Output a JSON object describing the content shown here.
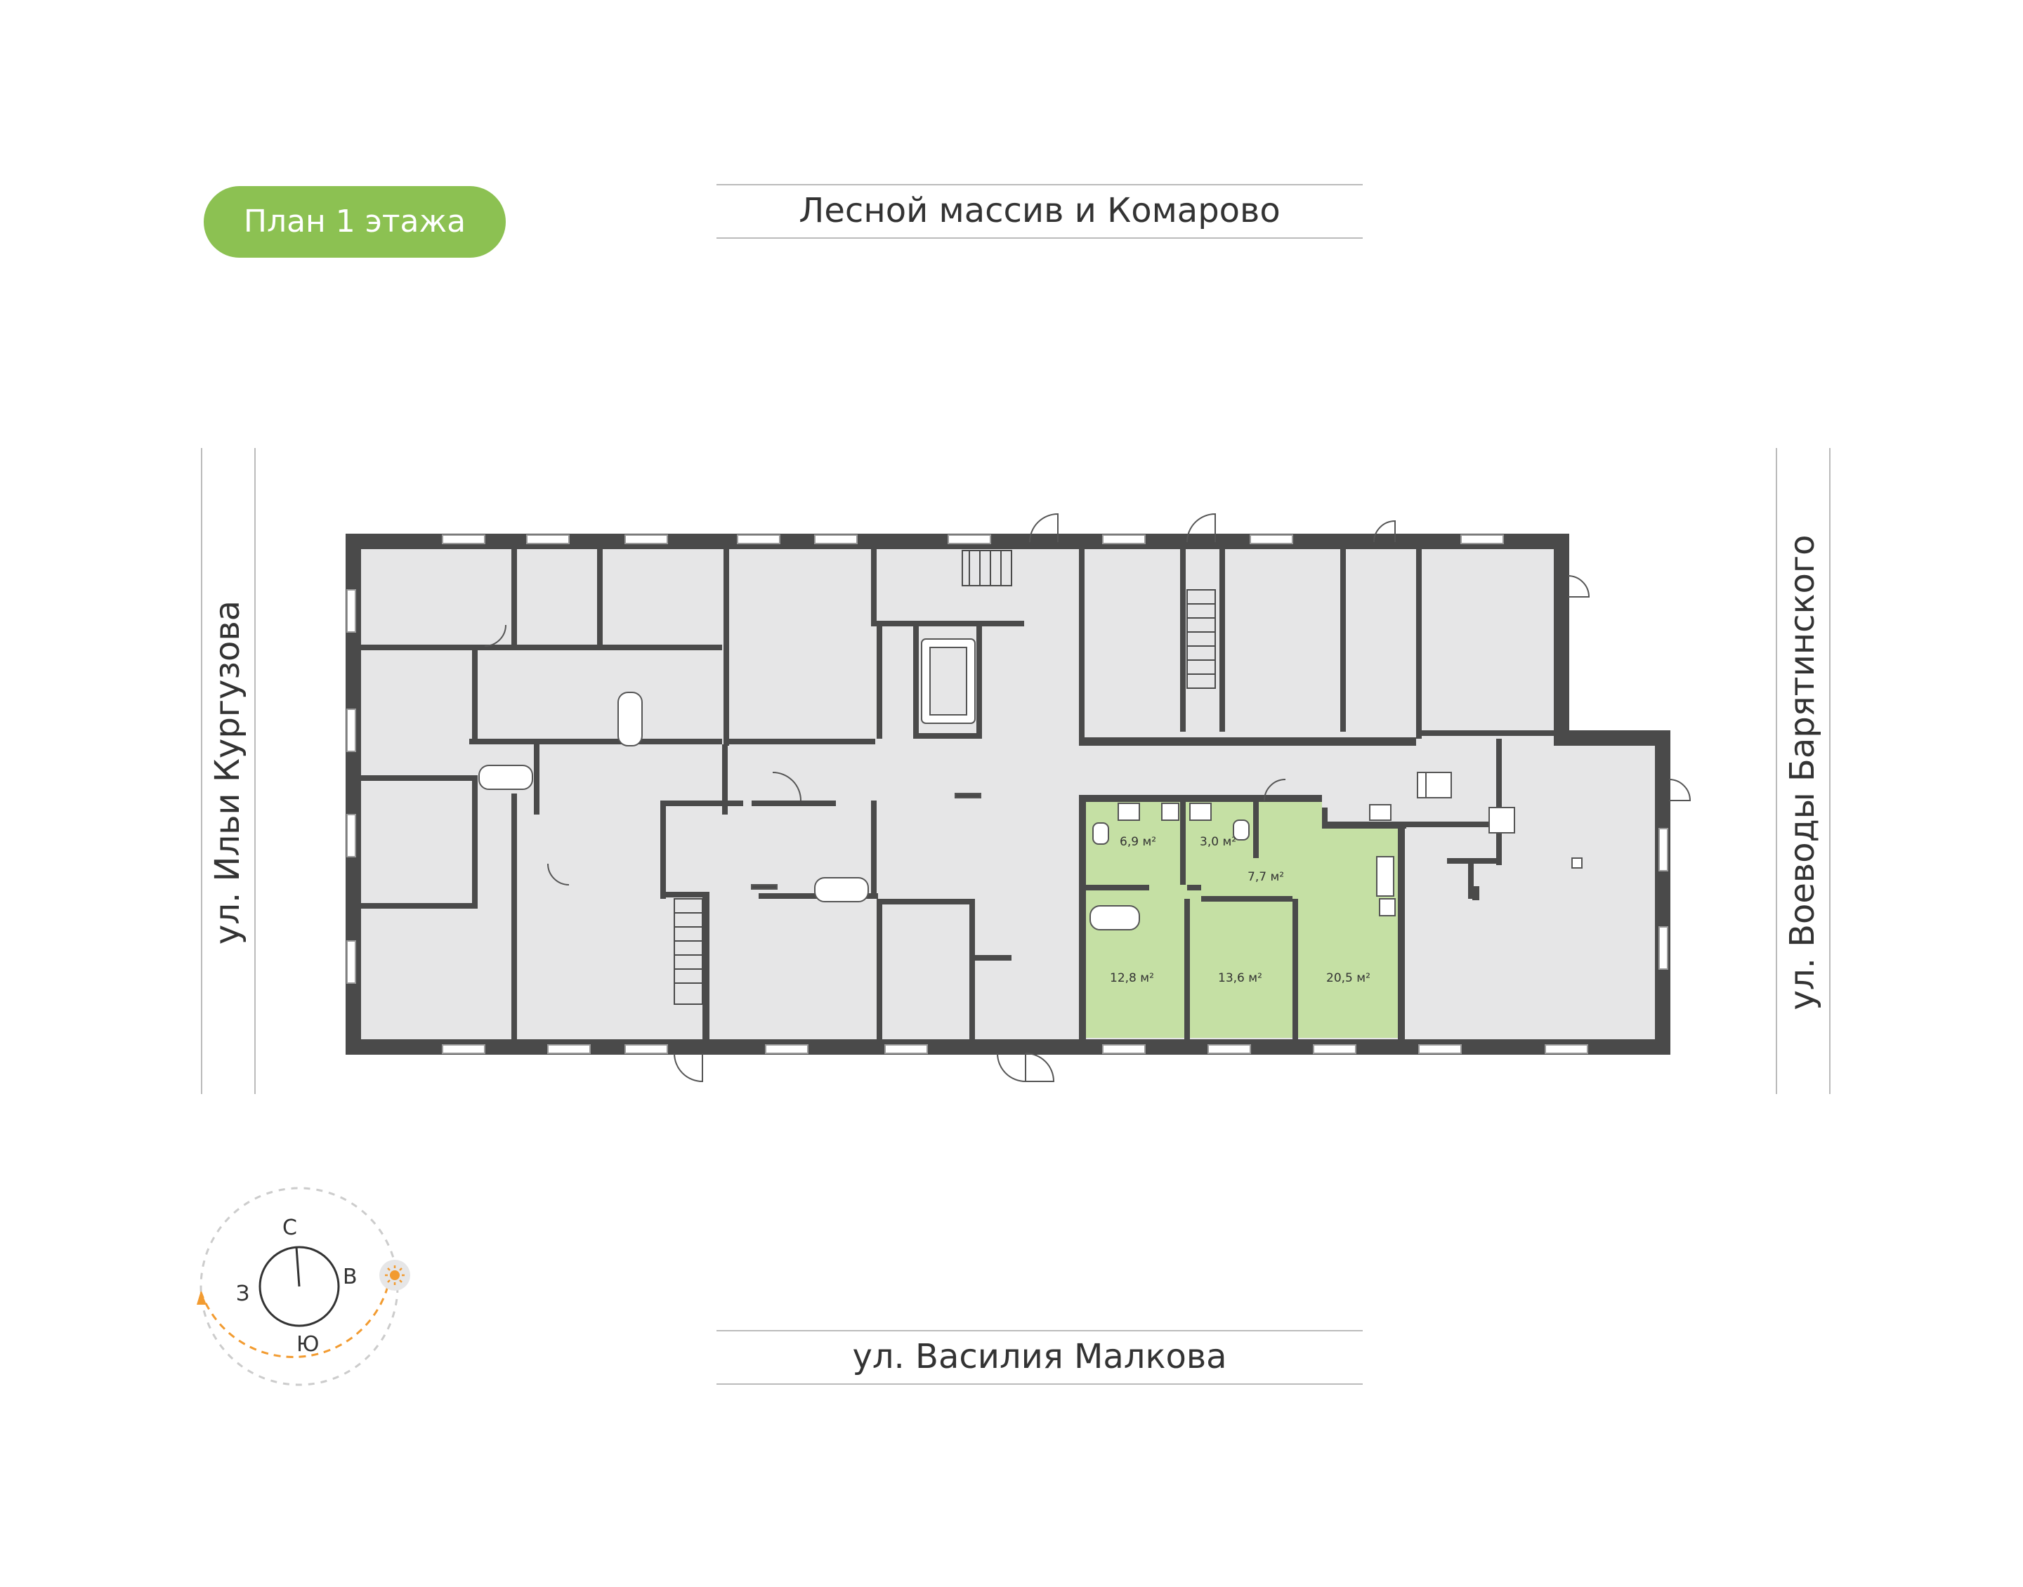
{
  "header": {
    "floor_badge": "План 1 этажа"
  },
  "streets": {
    "north": "Лесной массив и Комарово",
    "south": "ул. Василия Малкова",
    "west": "ул. Ильи Кургузова",
    "east": "ул. Воеводы Барятинского"
  },
  "apartment": {
    "rooms": [
      {
        "label": "6,9 м²"
      },
      {
        "label": "3,0 м²"
      },
      {
        "label": "7,7 м²"
      },
      {
        "label": "12,8 м²"
      },
      {
        "label": "13,6 м²"
      },
      {
        "label": "20,5 м²"
      }
    ]
  },
  "compass": {
    "north": "С",
    "east": "В",
    "south": "Ю",
    "west": "З",
    "sun_icon": "sun-icon"
  },
  "colors": {
    "highlight": "#c5e0a4",
    "badge": "#8cc152",
    "wall": "#4a4a4a",
    "floor": "#e6e6e7",
    "sun_path": "#f29b30"
  }
}
